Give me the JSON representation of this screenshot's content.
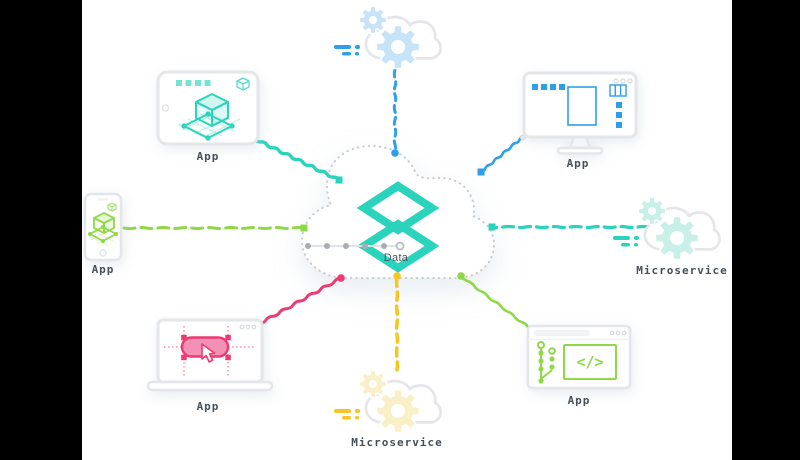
{
  "colors": {
    "teal": "#2AD4BC",
    "teal_light": "#C8F0E9",
    "blue": "#2E9FE9",
    "blue_light": "#C7E3F7",
    "green": "#8FD848",
    "green_light": "#DDF2C3",
    "pink": "#EE3A72",
    "pink_fill": "#F291B5",
    "yellow": "#F6C51E",
    "yellow_light": "#FAF0C8",
    "device_outline": "#E4E6E9",
    "window_controls": "#D6D9DC",
    "label_text": "#46505A",
    "cloud_dotted_outline": "#C8CCD0",
    "timeline_dot_gray": "#A9AEB4",
    "letterbox": "#000000"
  },
  "center_cloud": {
    "label": "Data",
    "logo": "two-diamonds-logo",
    "timeline_steps": 6
  },
  "nodes": {
    "tablet": {
      "label": "App"
    },
    "monitor": {
      "label": "App"
    },
    "service_top": {
      "label": ""
    },
    "service_right": {
      "label": "Microservice"
    },
    "phone": {
      "label": "App"
    },
    "laptop": {
      "label": "App"
    },
    "service_bottom": {
      "label": "Microservice"
    },
    "code_window": {
      "label": "App",
      "code_symbol": "</>"
    }
  }
}
